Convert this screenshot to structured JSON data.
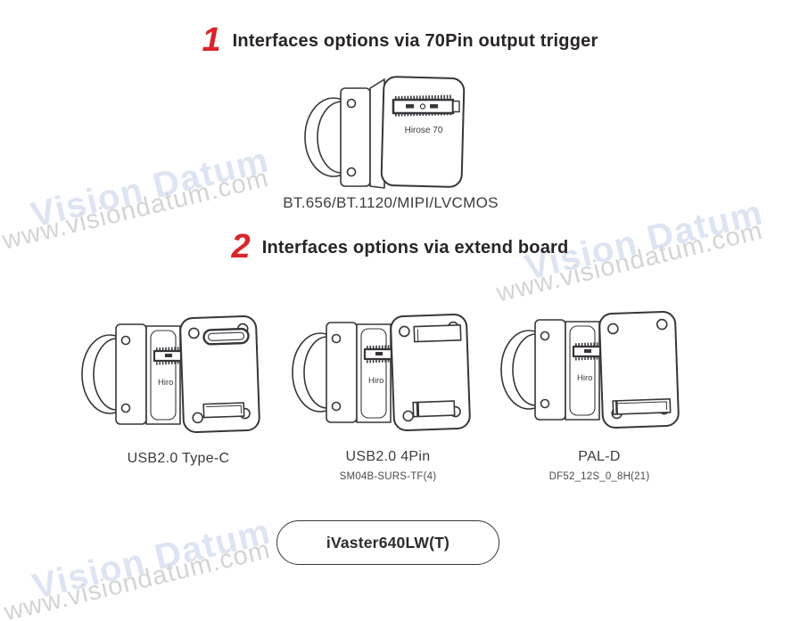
{
  "colors": {
    "accent_red": "#d9242b",
    "ink": "#39353b",
    "watermark_brand": "#dde4f2",
    "watermark_url": "#d4d4d4"
  },
  "sections": [
    {
      "number": "1",
      "title": "Interfaces options via 70Pin output trigger"
    },
    {
      "number": "2",
      "title": "Interfaces options via extend board"
    }
  ],
  "cameras": {
    "hirose": {
      "connector_label": "Hirose 70",
      "caption": "BT.656/BT.1120/MIPI/LVCMOS"
    },
    "type_c": {
      "connector_label": "Hiro",
      "caption": "USB2.0 Type-C"
    },
    "usb_4pin": {
      "connector_label": "Hiro",
      "caption": "USB2.0 4Pin",
      "subcaption": "SM04B-SURS-TF(4)"
    },
    "pal_d": {
      "connector_label": "Hiro",
      "caption": "PAL-D",
      "subcaption": "DF52_12S_0_8H(21)"
    }
  },
  "product_badge": {
    "label": "iVaster640LW(T)"
  },
  "watermark": {
    "brand": "Vision Datum",
    "url": "www.visiondatum.com"
  }
}
